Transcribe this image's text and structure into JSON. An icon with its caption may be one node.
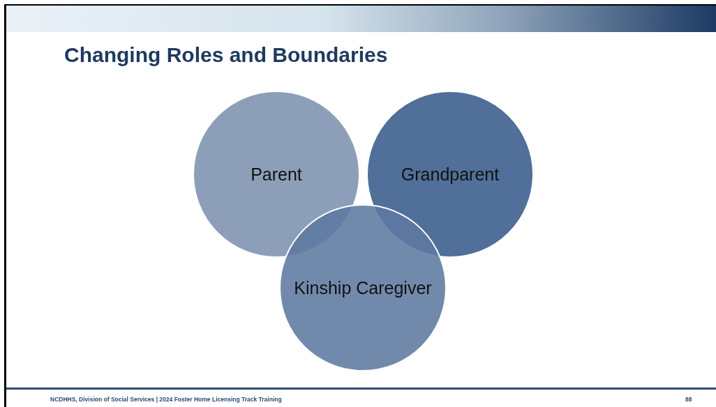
{
  "diagram": {
    "title": "Changing Roles and Boundaries",
    "nodes": [
      {
        "text": [
          "Parent"
        ]
      },
      {
        "text": [
          "Grandparent"
        ]
      },
      {
        "text": [
          "Kinship Caregiver"
        ]
      }
    ],
    "labels": [
      "NCDHHS, Division of Social Services | 2024 Foster Home Licensing Track Training",
      "88"
    ]
  }
}
